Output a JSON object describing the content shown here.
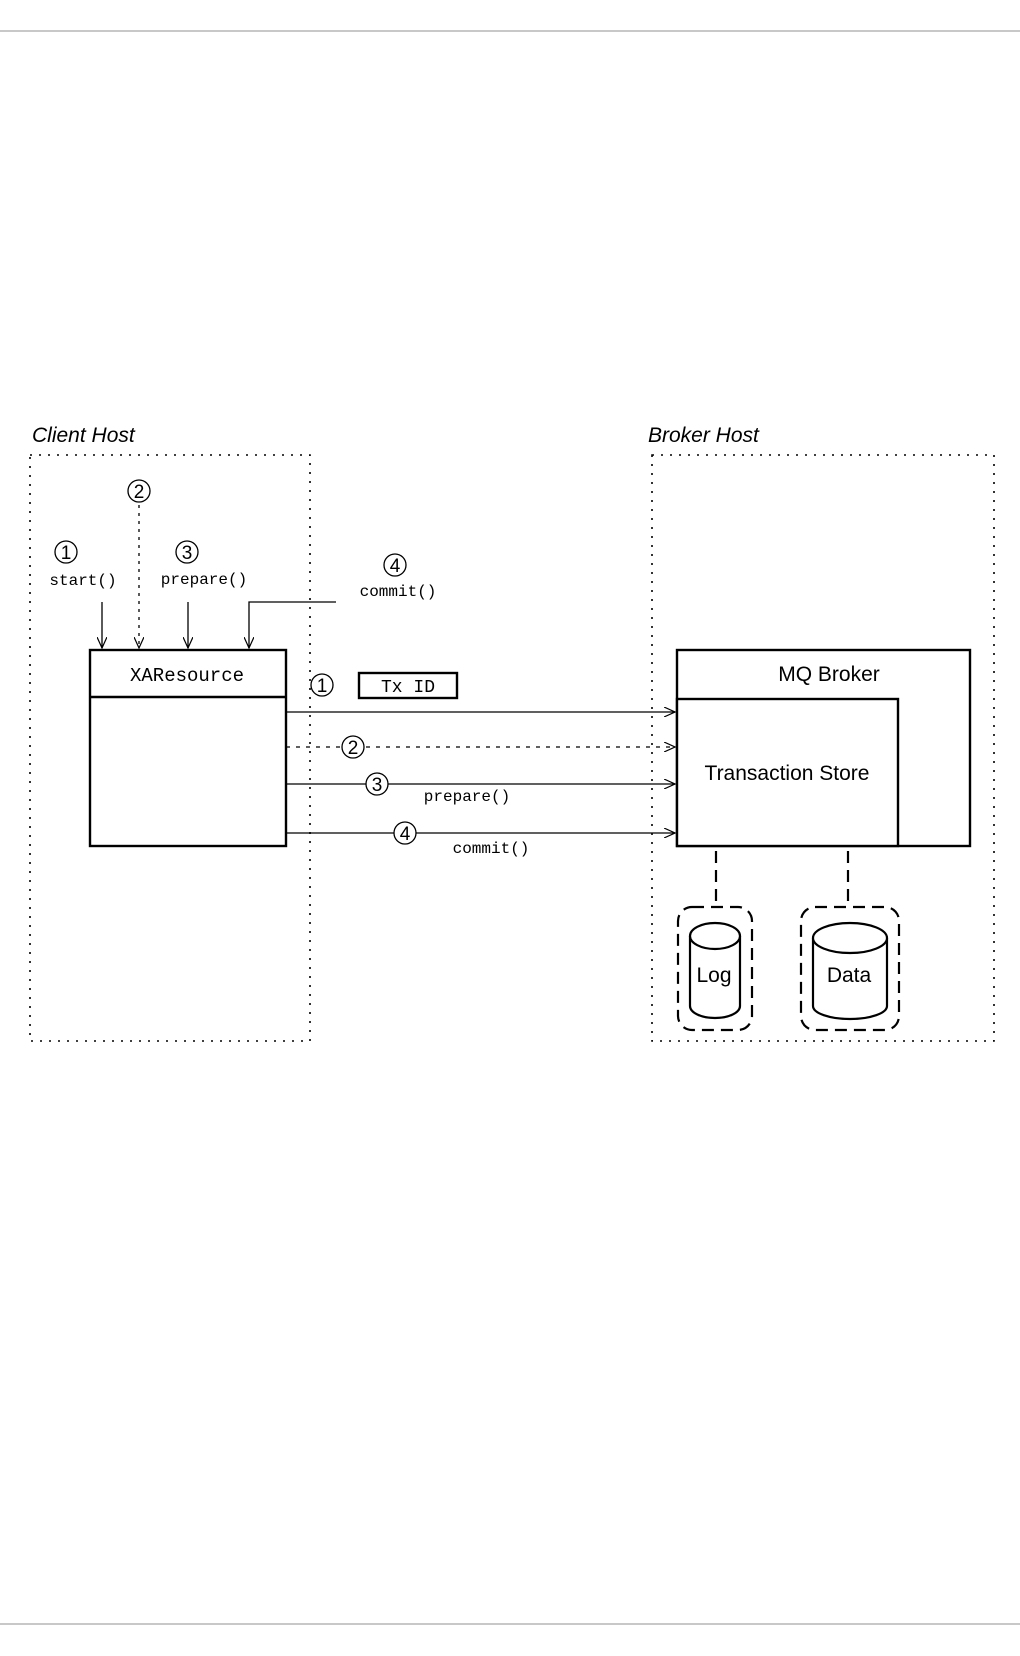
{
  "regions": {
    "client_host": "Client Host",
    "broker_host": "Broker Host"
  },
  "client_calls": [
    {
      "step": "1",
      "label": "start()"
    },
    {
      "step": "2",
      "label": ""
    },
    {
      "step": "3",
      "label": "prepare()"
    },
    {
      "step": "4",
      "label": "commit()"
    }
  ],
  "xaresource": "XAResource",
  "messages": [
    {
      "step": "1",
      "label": "Tx ID"
    },
    {
      "step": "2",
      "label": ""
    },
    {
      "step": "3",
      "label": "prepare()"
    },
    {
      "step": "4",
      "label": "commit()"
    }
  ],
  "broker": {
    "title": "MQ Broker",
    "store": "Transaction Store",
    "log": "Log",
    "data": "Data"
  }
}
